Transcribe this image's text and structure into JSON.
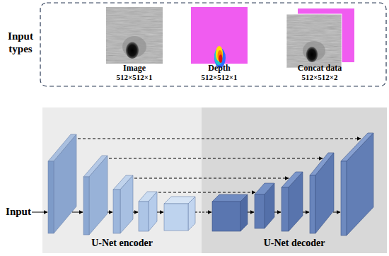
{
  "diagram": {
    "nodes": [
      {
        "text": [
          "Image",
          "512×512×1"
        ]
      },
      {
        "text": [
          "Depth",
          "512×512×1"
        ]
      },
      {
        "text": [
          "Concat data",
          "512×512×2"
        ]
      },
      {
        "text": [
          "U-Net encoder"
        ]
      },
      {
        "text": [
          "U-Net decoder"
        ]
      }
    ],
    "labels": [
      "Input types",
      "Input"
    ]
  }
}
